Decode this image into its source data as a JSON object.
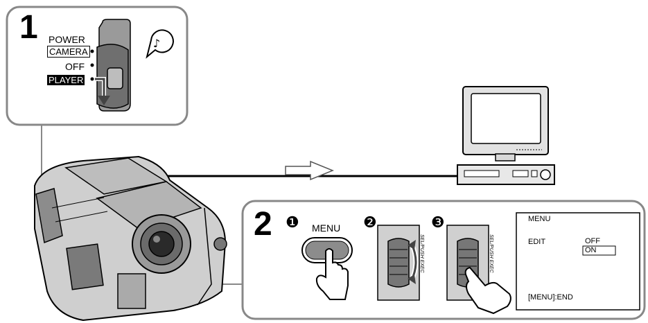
{
  "step1": {
    "number": "1",
    "switch_labels": [
      "POWER",
      "CAMERA",
      "OFF",
      "PLAYER"
    ]
  },
  "step2": {
    "number": "2",
    "substeps": [
      "❶",
      "❷",
      "❸"
    ],
    "menu_button_label": "MENU",
    "dial_label": "SEL/PUSH EXEC",
    "screen": {
      "title": "MENU",
      "item": "EDIT",
      "option_off": "OFF",
      "option_on": "ON",
      "footer": "[MENU]:END"
    }
  }
}
